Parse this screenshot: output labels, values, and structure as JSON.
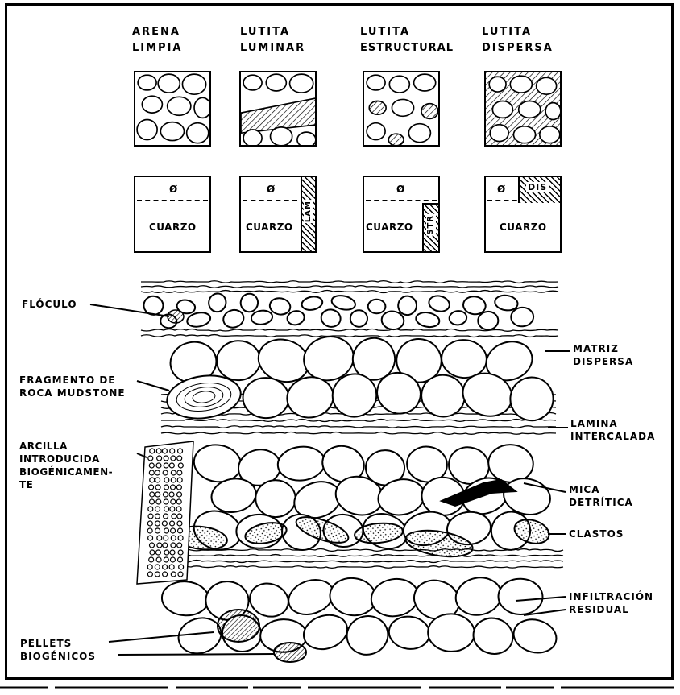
{
  "headers": {
    "arena_limpia": [
      "ARENA",
      "LIMPIA"
    ],
    "lutita_luminar": [
      "LUTITA",
      "LUMINAR"
    ],
    "lutita_estructural": [
      "LUTITA",
      "ESTRUCTURAL"
    ],
    "lutita_dispersa": [
      "LUTITA",
      "DISPERSA"
    ]
  },
  "volume_models": {
    "porosity_symbol": "Ø",
    "matrix_label": "CUARZO",
    "laminar_label": "LAM",
    "structural_label": "STR",
    "dispersed_label": "DIS"
  },
  "labels": {
    "floculo": [
      "FLÓCULO"
    ],
    "fragmento": [
      "FRAGMENTO DE",
      "ROCA MUDSTONE"
    ],
    "arcilla": [
      "ARCILLA",
      "INTRODUCIDA",
      "BIOGÉNICAMEN-",
      "TE"
    ],
    "pellets": [
      "PELLETS",
      "BIOGÉNICOS"
    ],
    "matriz": [
      "MATRIZ",
      "DISPERSA"
    ],
    "lamina": [
      "LAMINA",
      "INTERCALADA"
    ],
    "mica": [
      "MICA",
      "DETRÍTICA"
    ],
    "clastos": [
      "CLASTOS"
    ],
    "infiltracion": [
      "INFILTRACIÓN",
      "RESIDUAL"
    ]
  }
}
